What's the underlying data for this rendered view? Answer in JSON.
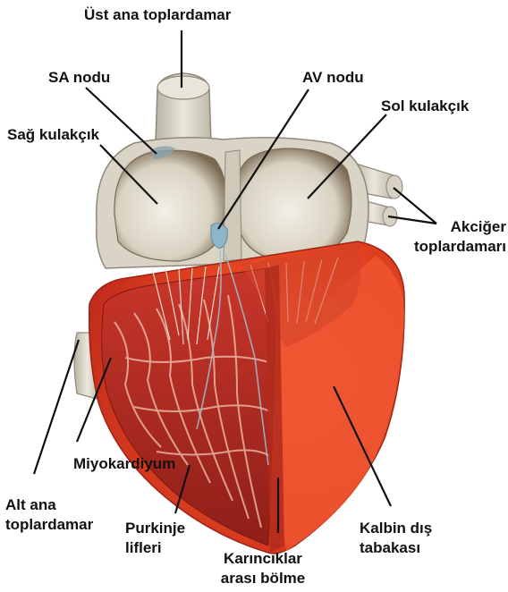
{
  "labels": {
    "ust_ana_toplardamar": "Üst ana toplardamar",
    "sa_nodu": "SA nodu",
    "av_nodu": "AV nodu",
    "sol_kulakcik": "Sol kulakçık",
    "sag_kulakcik": "Sağ kulakçık",
    "akciger_toplardamari": [
      "Akciğer",
      "toplardamarı"
    ],
    "miyokardiyum": "Miyokardiyum",
    "alt_ana_toplardamar": [
      "Alt ana",
      "toplardamar"
    ],
    "purkinje_lifleri": [
      "Purkinje",
      "lifleri"
    ],
    "kalbin_dis_tabakasi": [
      "Kalbin dış",
      "tabakası"
    ],
    "karinciklar_arasi_bolme": [
      "Karıncıklar",
      "arası bölme"
    ]
  },
  "colors": {
    "muscle": "#e8442a",
    "muscle_dark": "#b8261a",
    "vessel": "#d9d4c6",
    "vessel_shadow": "#a7a291",
    "atrium_shadow": "#6b5a44",
    "av_node": "#8fb6c8",
    "leader": "#111111"
  }
}
